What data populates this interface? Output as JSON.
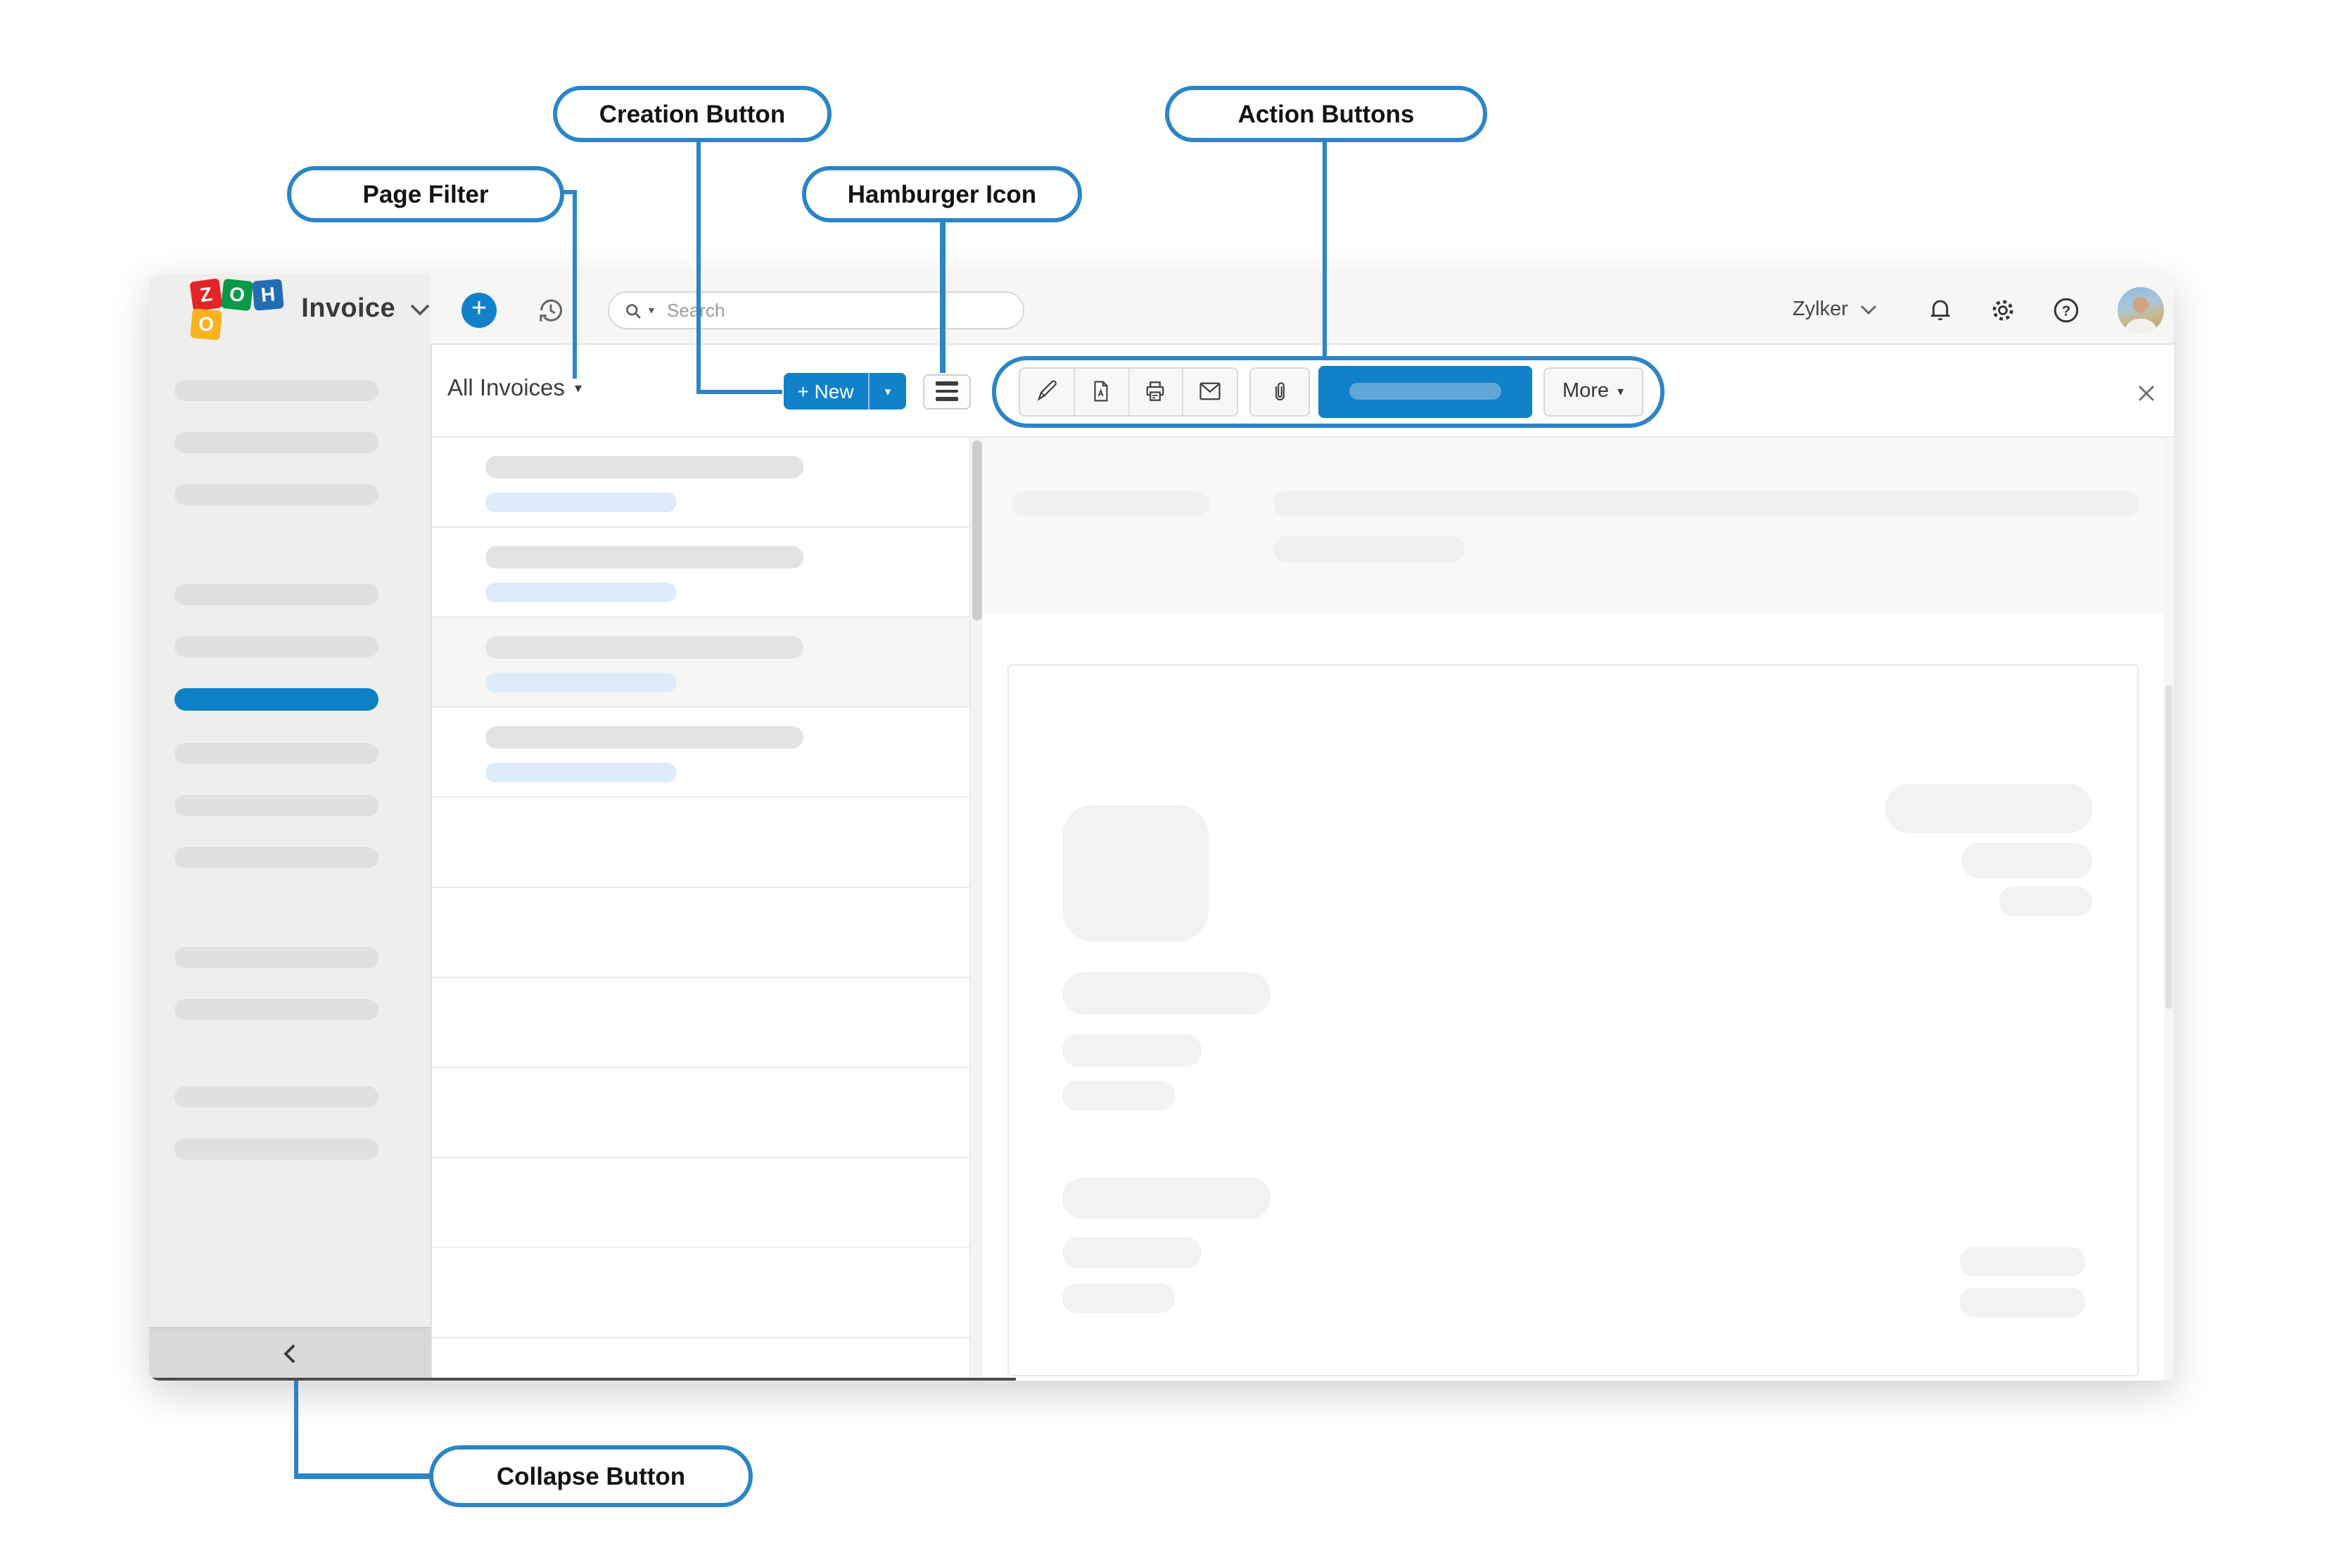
{
  "callouts": {
    "creation": "Creation Button",
    "page_filter": "Page Filter",
    "hamburger": "Hamburger Icon",
    "actions": "Action Buttons",
    "collapse": "Collapse Button"
  },
  "topbar": {
    "logo_letters": [
      "Z",
      "O",
      "H",
      "O"
    ],
    "app_name": "Invoice",
    "search_placeholder": "Search",
    "org_name": "Zylker"
  },
  "list_panel": {
    "title": "All Invoices",
    "new_button_label": "+ New"
  },
  "action_bar": {
    "more_label": "More"
  },
  "colors": {
    "accent_blue": "#1182ca",
    "callout_blue": "#2b85c7",
    "sidebar_selected_blue": "#0d81c6",
    "skeleton_blue": "#dcecfb",
    "skeleton_gray": "#e3e3e2"
  }
}
